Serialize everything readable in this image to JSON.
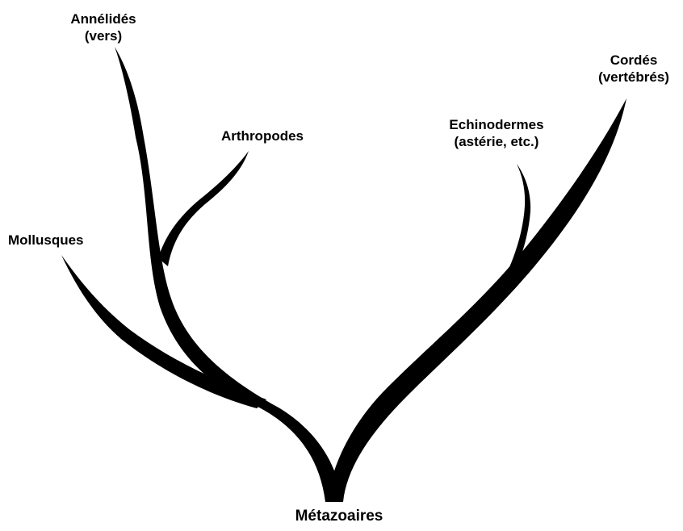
{
  "diagram": {
    "ink_color": "#000000",
    "background_color": "#ffffff",
    "root": {
      "label": "Métazoaires"
    },
    "branches": [
      {
        "key": "annelides",
        "line1": "Annélidés",
        "line2": "(vers)"
      },
      {
        "key": "arthropodes",
        "line1": "Arthropodes",
        "line2": ""
      },
      {
        "key": "mollusques",
        "line1": "Mollusques",
        "line2": ""
      },
      {
        "key": "echinodermes",
        "line1": "Echinodermes",
        "line2": "(astérie, etc.)"
      },
      {
        "key": "cordes",
        "line1": "Cordés",
        "line2": "(vertébrés)"
      }
    ]
  }
}
